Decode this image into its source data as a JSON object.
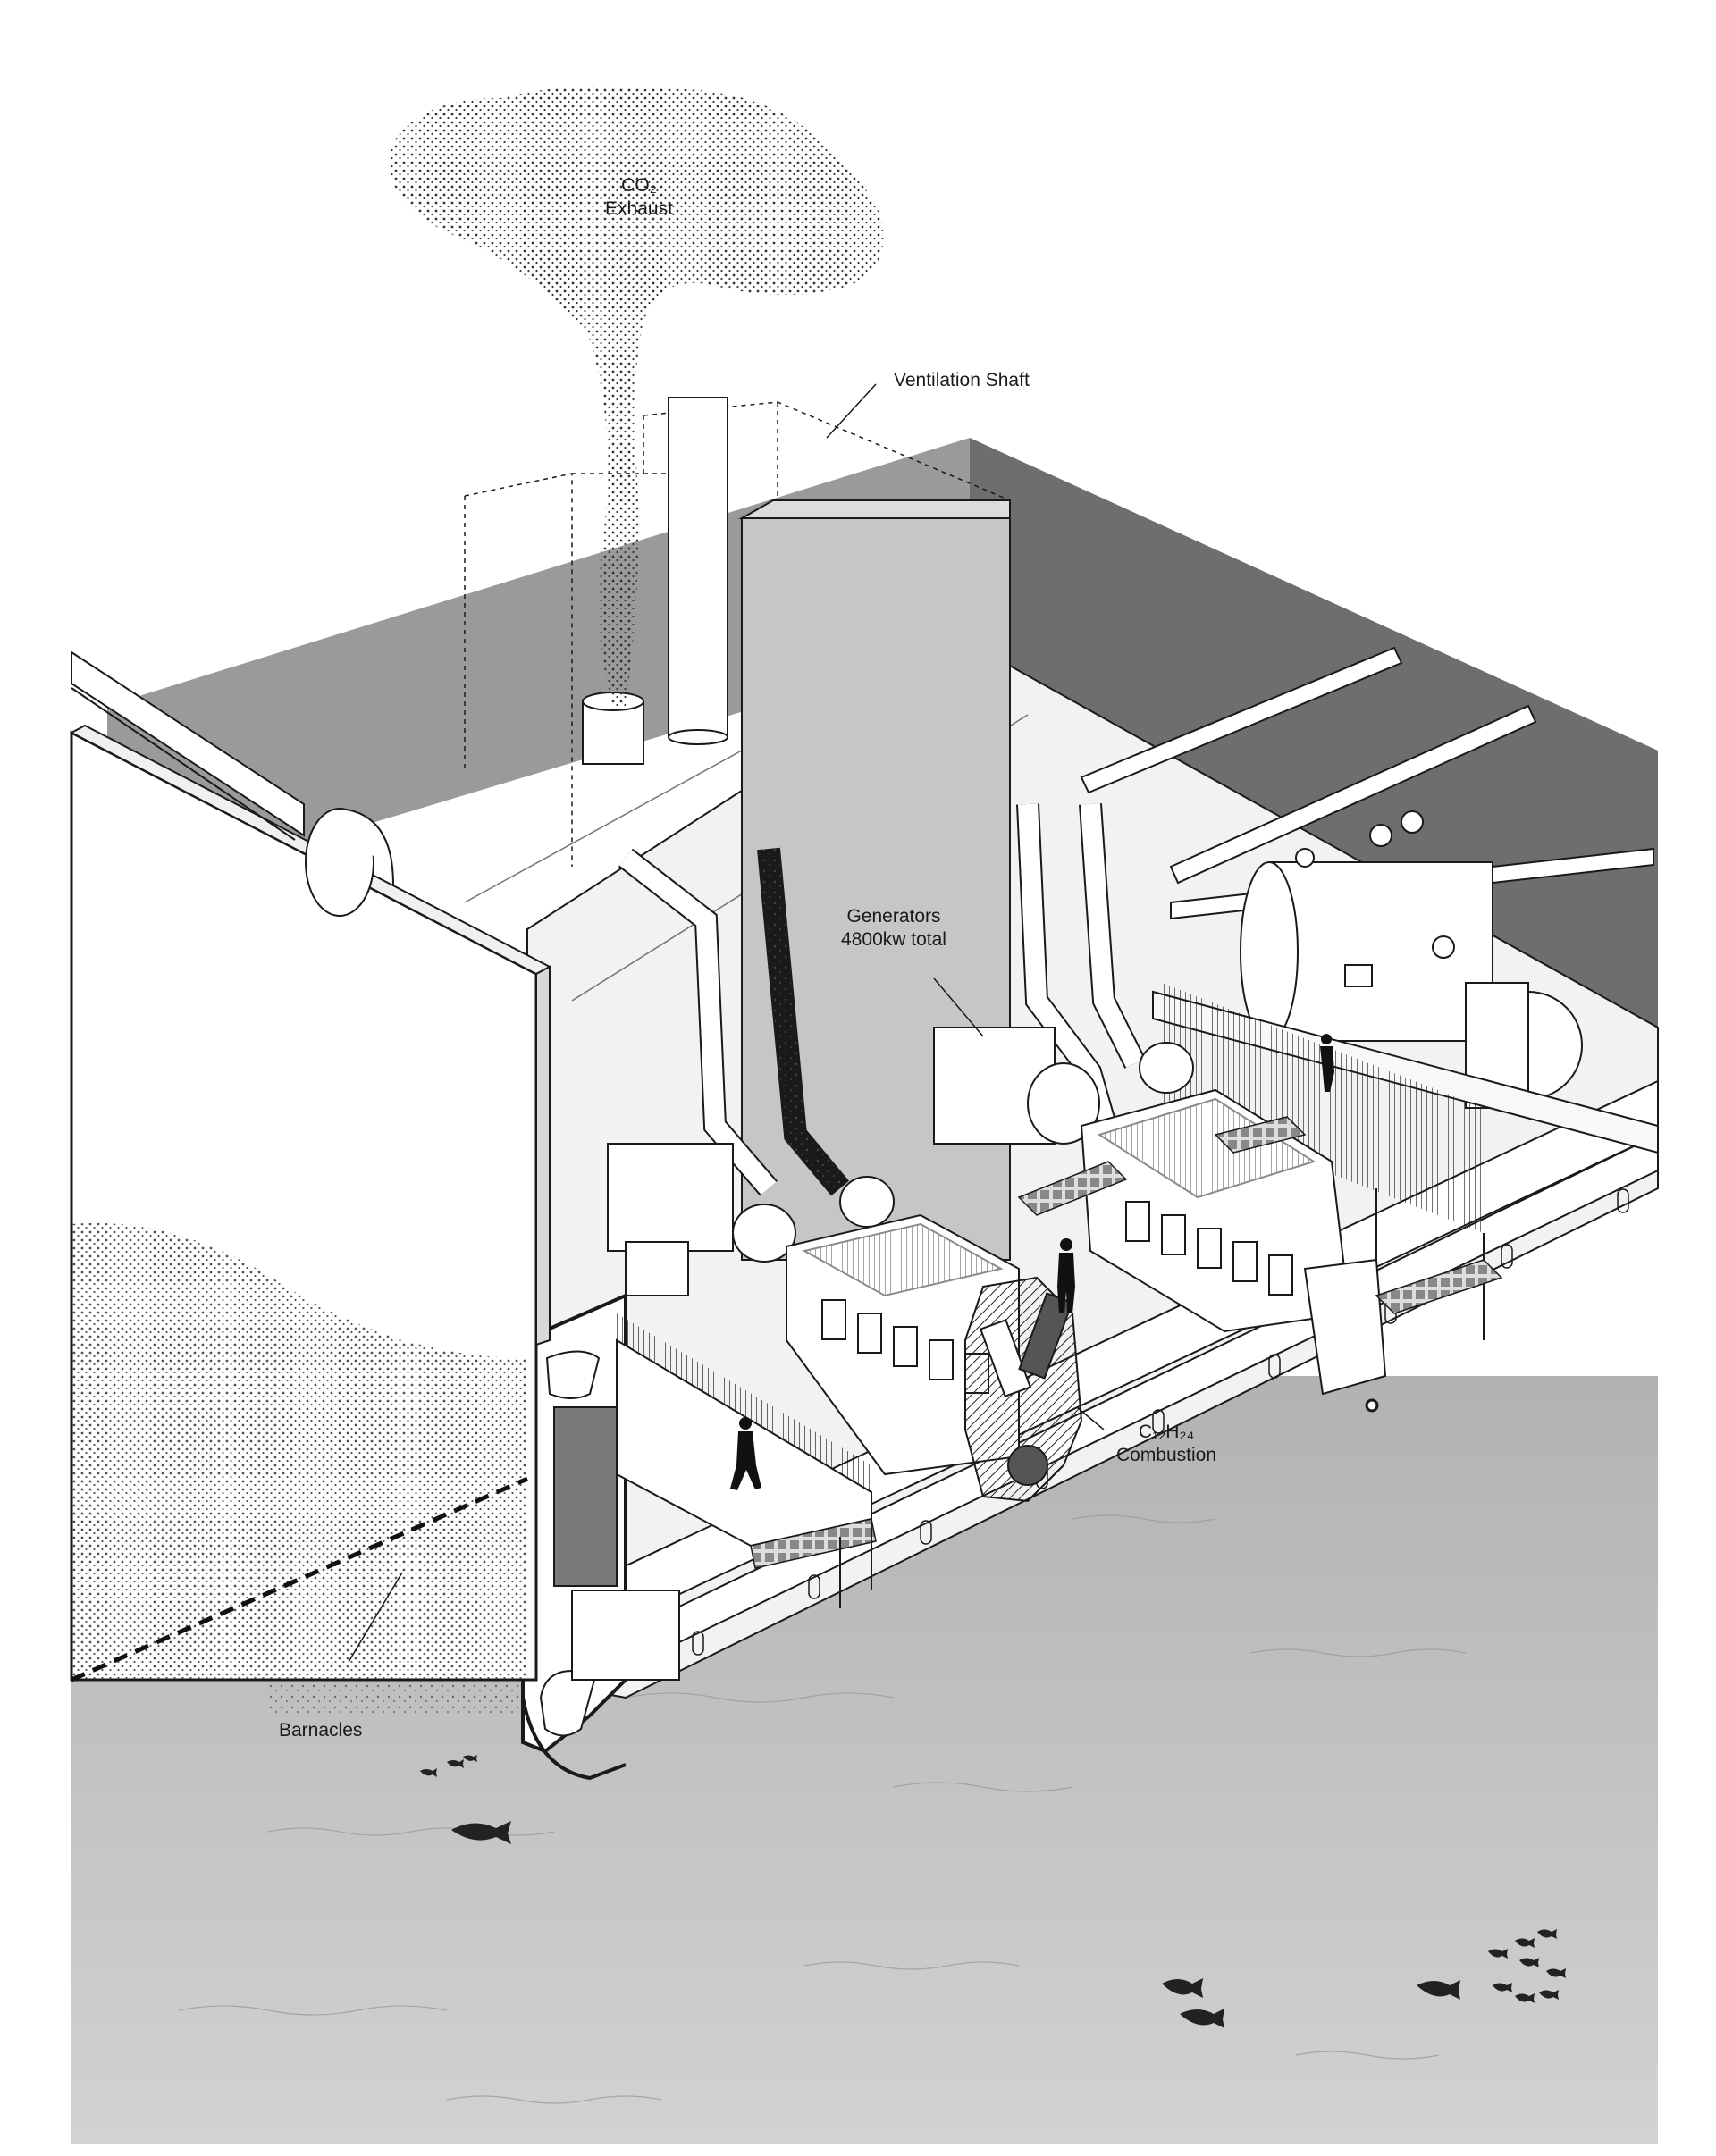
{
  "labels": {
    "co2": {
      "line1": "CO₂",
      "line2": "Exhaust"
    },
    "ventilation": "Ventilation Shaft",
    "generators": {
      "line1": "Generators",
      "line2": "4800kw total"
    },
    "combustion": {
      "line1": "C₁₂H₂₄",
      "line2": "Combustion"
    },
    "barnacles": "Barnacles"
  },
  "colors": {
    "water": "#bdbdbd",
    "water_dark": "#a9a9a9",
    "back_wall": "#6e6e6e",
    "left_wall": "#9a9a9a",
    "shaft": "#c6c6c6",
    "floor": "#f4f4f4",
    "line": "#1a1a1a",
    "stipple": "#555555"
  }
}
